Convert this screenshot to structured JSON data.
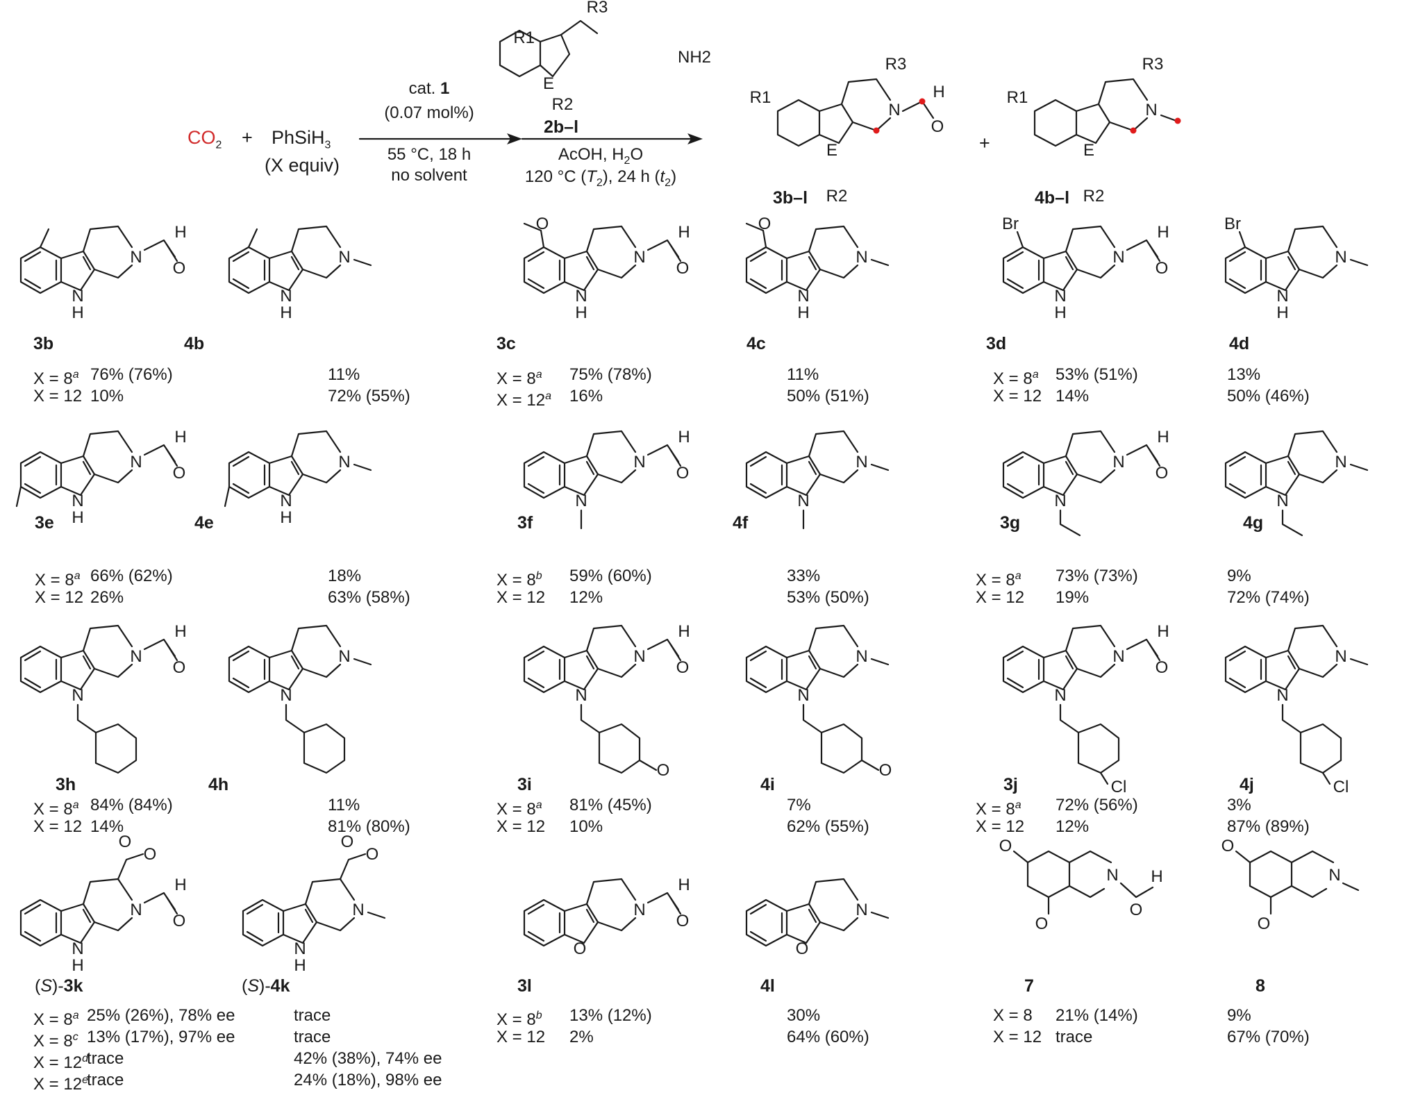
{
  "header": {
    "co2": "CO",
    "co2_sub": "2",
    "plus1": "+",
    "silane": "PhSiH",
    "silane_sub": "3",
    "silane_equiv": "(X equiv)",
    "step1": [
      "cat. 1",
      "(0.07 mol%)",
      "55 °C, 18 h",
      "no solvent"
    ],
    "reagent_label": "2b–l",
    "step2": [
      "AcOH, H2O",
      "120 °C (T2), 24 h (t2)"
    ],
    "product3_label": "3b–l",
    "plus2": "+",
    "product4_label": "4b–l"
  },
  "scaffold_atoms": {
    "R1": "R1",
    "R2": "R2",
    "R3": "R3",
    "E": "E",
    "NH2": "NH2",
    "N": "N",
    "O": "O",
    "H": "H"
  },
  "compounds": [
    {
      "id": "3b",
      "label": "3b",
      "rows": [
        {
          "x": "X = 8a",
          "y": "76% (76%)"
        },
        {
          "x": "X = 12",
          "y": "10%"
        }
      ]
    },
    {
      "id": "4b",
      "label": "4b",
      "rows": [
        {
          "y": "11%"
        },
        {
          "y": "72% (55%)"
        }
      ]
    },
    {
      "id": "3c",
      "label": "3c",
      "rows": [
        {
          "x": "X = 8a",
          "y": "75% (78%)"
        },
        {
          "x": "X = 12a",
          "y": "16%"
        }
      ]
    },
    {
      "id": "4c",
      "label": "4c",
      "rows": [
        {
          "y": "11%"
        },
        {
          "y": "50% (51%)"
        }
      ]
    },
    {
      "id": "3d",
      "label": "3d",
      "rows": [
        {
          "x": "X = 8a",
          "y": "53% (51%)"
        },
        {
          "x": "X = 12",
          "y": "14%"
        }
      ]
    },
    {
      "id": "4d",
      "label": "4d",
      "rows": [
        {
          "y": "13%"
        },
        {
          "y": "50% (46%)"
        }
      ]
    },
    {
      "id": "3e",
      "label": "3e",
      "rows": [
        {
          "x": "X = 8a",
          "y": "66% (62%)"
        },
        {
          "x": "X = 12",
          "y": "26%"
        }
      ]
    },
    {
      "id": "4e",
      "label": "4e",
      "rows": [
        {
          "y": "18%"
        },
        {
          "y": "63% (58%)"
        }
      ]
    },
    {
      "id": "3f",
      "label": "3f",
      "rows": [
        {
          "x": "X = 8b",
          "y": "59% (60%)"
        },
        {
          "x": "X = 12",
          "y": "12%"
        }
      ]
    },
    {
      "id": "4f",
      "label": "4f",
      "rows": [
        {
          "y": "33%"
        },
        {
          "y": "53% (50%)"
        }
      ]
    },
    {
      "id": "3g",
      "label": "3g",
      "rows": [
        {
          "x": "X = 8a",
          "y": "73% (73%)"
        },
        {
          "x": "X = 12",
          "y": "19%"
        }
      ]
    },
    {
      "id": "4g",
      "label": "4g",
      "rows": [
        {
          "y": "9%"
        },
        {
          "y": "72% (74%)"
        }
      ]
    },
    {
      "id": "3h",
      "label": "3h",
      "rows": [
        {
          "x": "X = 8a",
          "y": "84% (84%)"
        },
        {
          "x": "X = 12",
          "y": "14%"
        }
      ]
    },
    {
      "id": "4h",
      "label": "4h",
      "rows": [
        {
          "y": "11%"
        },
        {
          "y": "81% (80%)"
        }
      ]
    },
    {
      "id": "3i",
      "label": "3i",
      "rows": [
        {
          "x": "X = 8a",
          "y": "81% (45%)"
        },
        {
          "x": "X = 12",
          "y": "10%"
        }
      ]
    },
    {
      "id": "4i",
      "label": "4i",
      "rows": [
        {
          "y": "7%"
        },
        {
          "y": "62% (55%)"
        }
      ]
    },
    {
      "id": "3j",
      "label": "3j",
      "rows": [
        {
          "x": "X = 8a",
          "y": "72% (56%)"
        },
        {
          "x": "X = 12",
          "y": "12%"
        }
      ]
    },
    {
      "id": "4j",
      "label": "4j",
      "rows": [
        {
          "y": "3%"
        },
        {
          "y": "87% (89%)"
        }
      ]
    },
    {
      "id": "3k",
      "label": "(S)-3k",
      "rows": [
        {
          "x": "X = 8a",
          "y": "25% (26%), 78% ee"
        },
        {
          "x": "X = 8c",
          "y": "13% (17%), 97% ee"
        },
        {
          "x": "X = 12d",
          "y": "trace"
        },
        {
          "x": "X = 12e",
          "y": "trace"
        }
      ]
    },
    {
      "id": "4k",
      "label": "(S)-4k",
      "rows": [
        {
          "y": "trace"
        },
        {
          "y": "trace"
        },
        {
          "y": "42% (38%), 74% ee"
        },
        {
          "y": "24% (18%), 98% ee"
        }
      ]
    },
    {
      "id": "3l",
      "label": "3l",
      "rows": [
        {
          "x": "X = 8b",
          "y": "13% (12%)"
        },
        {
          "x": "X = 12",
          "y": "2%"
        }
      ]
    },
    {
      "id": "4l",
      "label": "4l",
      "rows": [
        {
          "y": "30%"
        },
        {
          "y": "64% (60%)"
        }
      ]
    },
    {
      "id": "7",
      "label": "7",
      "rows": [
        {
          "x": "X = 8",
          "y": "21% (14%)"
        },
        {
          "x": "X = 12",
          "y": "trace"
        }
      ]
    },
    {
      "id": "8",
      "label": "8",
      "rows": [
        {
          "y": "9%"
        },
        {
          "y": "67% (70%)"
        }
      ]
    }
  ],
  "substituent_labels": {
    "Br": "Br",
    "Cl": "Cl",
    "NH": "N",
    "H": "H",
    "O": "O",
    "N": "N"
  },
  "colors": {
    "ink": "#1a1a1a",
    "carbon_dioxide": "#d12a2a",
    "label_dot": "#e01b1b"
  }
}
